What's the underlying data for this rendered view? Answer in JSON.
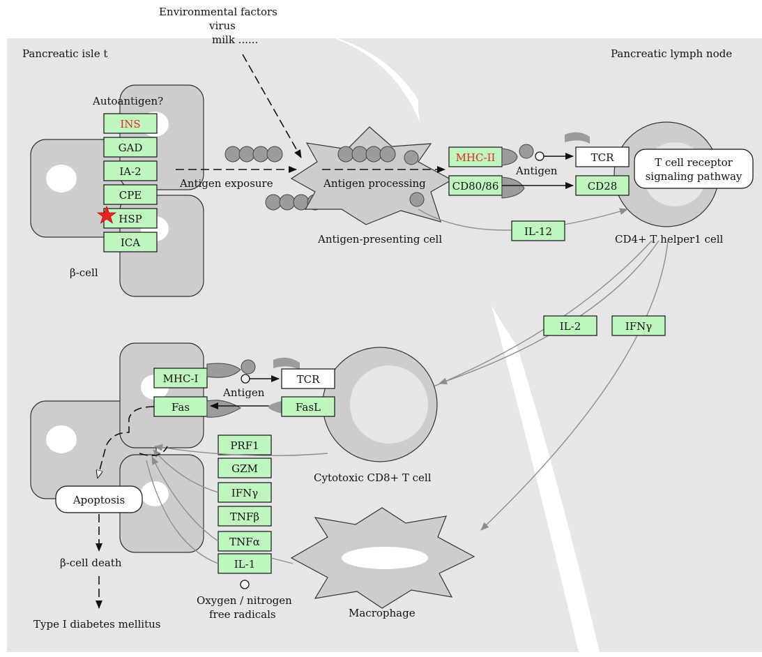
{
  "regions": {
    "islet": "Pancreatic isle t",
    "lymph_node": "Pancreatic lymph node",
    "environment": [
      "Environmental factors",
      "virus",
      "milk ......"
    ]
  },
  "beta_cell": {
    "label": "β-cell",
    "autoantigen_label": "Autoantigen?",
    "genes": [
      {
        "label": "INS",
        "highlight": true
      },
      {
        "label": "GAD",
        "highlight": false
      },
      {
        "label": "IA-2",
        "highlight": false
      },
      {
        "label": "CPE",
        "highlight": false
      },
      {
        "label": "HSP",
        "highlight": false,
        "marker": "red-star"
      },
      {
        "label": "ICA",
        "highlight": false
      }
    ]
  },
  "apc": {
    "label": "Antigen-presenting cell",
    "exposure_label": "Antigen exposure",
    "processing_label": "Antigen processing",
    "mhc2": "MHC-II",
    "cd80": "CD80/86",
    "antigen": "Antigen"
  },
  "th1": {
    "label": "CD4+ T helper1 cell",
    "tcr": "TCR",
    "cd28": "CD28",
    "pathway": [
      "T cell receptor",
      "signaling pathway"
    ]
  },
  "cytokines": {
    "il12": "IL-12",
    "il2": "IL-2",
    "ifng_top": "IFNγ"
  },
  "ctl": {
    "label": "Cytotoxic CD8+ T cell",
    "mhc1": "MHC-I",
    "antigen": "Antigen",
    "tcr": "TCR",
    "fas": "Fas",
    "fasl": "FasL"
  },
  "effectors": [
    "PRF1",
    "GZM",
    "IFNγ",
    "TNFβ",
    "TNFα",
    "IL-1"
  ],
  "radicals": [
    "Oxygen / nitrogen",
    "free radicals"
  ],
  "macrophage": "Macrophage",
  "apoptosis": "Apoptosis",
  "outcomes": {
    "death": "β-cell death",
    "disease": "Type I diabetes mellitus"
  },
  "colors": {
    "gene_fill": "#bff5bf",
    "highlight_text": "#e8261f",
    "region_gray": "#e6e6e6",
    "cell_gray": "#cdcdcd"
  }
}
